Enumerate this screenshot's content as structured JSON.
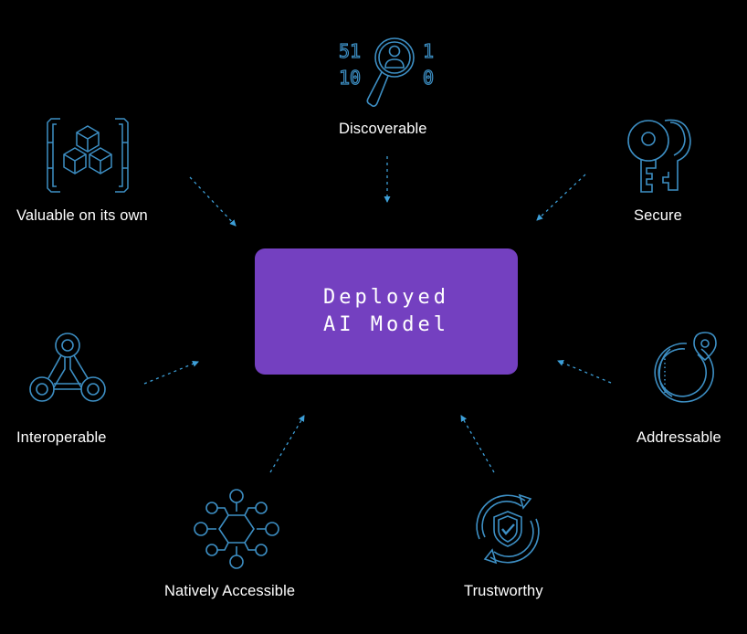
{
  "center": {
    "line1": "Deployed",
    "line2": "AI Model"
  },
  "nodes": {
    "discoverable": {
      "label": "Discoverable",
      "icon": "magnifier-user-binary-icon",
      "digits": [
        "51",
        "1",
        "10",
        "0"
      ]
    },
    "valuable": {
      "label": "Valuable on its own",
      "icon": "cubes-in-brackets-icon"
    },
    "secure": {
      "label": "Secure",
      "icon": "keys-icon"
    },
    "interoperable": {
      "label": "Interoperable",
      "icon": "connected-nodes-icon"
    },
    "addressable": {
      "label": "Addressable",
      "icon": "location-ring-icon"
    },
    "accessible": {
      "label": "Natively Accessible",
      "icon": "network-hub-icon"
    },
    "trustworthy": {
      "label": "Trustworthy",
      "icon": "shield-check-cycle-icon"
    }
  },
  "colors": {
    "background": "#000000",
    "center_box": "#7440c0",
    "icon_stroke": "#3d8fc4",
    "arrow": "#3d9fd8",
    "text": "#ffffff"
  }
}
